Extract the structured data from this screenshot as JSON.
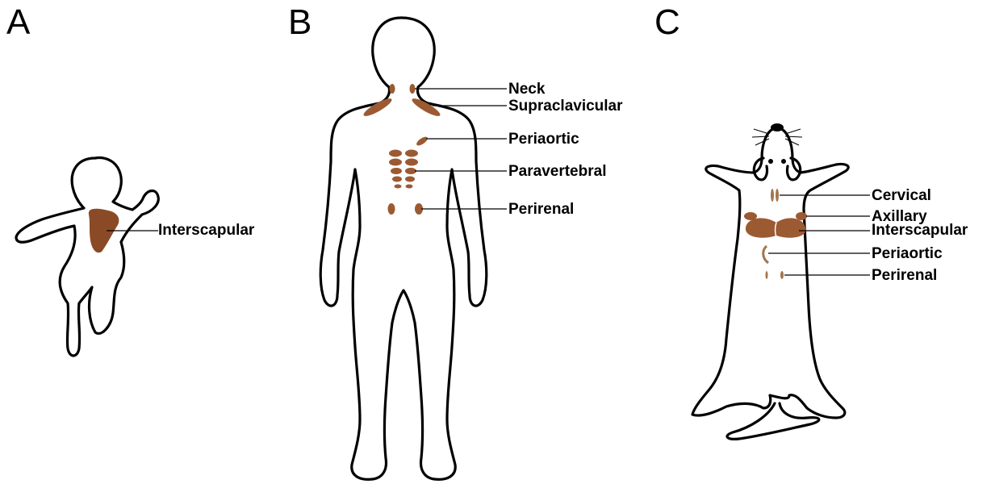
{
  "panels": [
    {
      "letter": "A",
      "subject": "infant",
      "labels": [
        "Interscapular"
      ]
    },
    {
      "letter": "B",
      "subject": "adult",
      "labels": [
        "Neck",
        "Supraclavicular",
        "Periaortic",
        "Paravertebral",
        "Perirenal"
      ]
    },
    {
      "letter": "C",
      "subject": "mouse",
      "labels": [
        "Cervical",
        "Axillary",
        "Interscapular",
        "Periaortic",
        "Perirenal"
      ]
    }
  ],
  "colors": {
    "fat_depot_dark": "#8b4a26",
    "fat_depot_mid": "#9b5a32",
    "fat_depot_light": "#a2754c",
    "outline": "#000000"
  }
}
